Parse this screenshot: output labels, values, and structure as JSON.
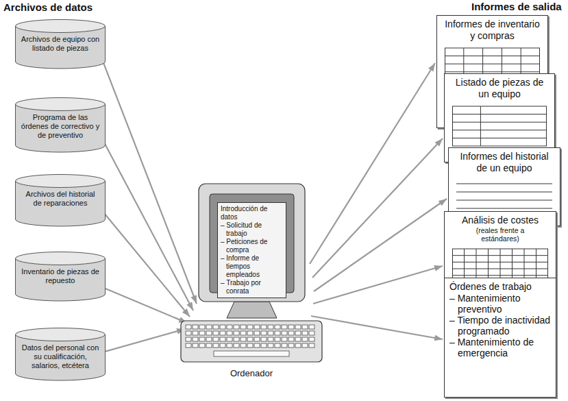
{
  "diagram": {
    "nodes": [
      {
        "text": [
          "Archivos de equipo con listado de piezas"
        ]
      },
      {
        "text": [
          "Programa de las órdenes de correctivo y de preventivo"
        ]
      },
      {
        "text": [
          "Archivos del historial de reparaciones"
        ]
      },
      {
        "text": [
          "Inventario de piezas de repuesto"
        ]
      },
      {
        "text": [
          "Datos del personal con su cualificación, salarios, etcétera"
        ]
      },
      {
        "text": [
          "Ordenador"
        ]
      },
      {
        "text": [
          "Introducción de datos",
          "– Solicitud de trabajo",
          "– Peticiones de compra",
          "– Informe de tiempos empleados",
          "– Trabajo por conrata"
        ],
        "in": 5
      },
      {
        "text": [
          "Informes de inventario y compras"
        ]
      },
      {
        "text": [
          "Listado de piezas de un equipo"
        ]
      },
      {
        "text": [
          "Informes del historial de un equipo"
        ]
      },
      {
        "text": [
          "Análisis de costes",
          "(reales frente a estándares)"
        ]
      },
      {
        "text": [
          "Órdenes de trabajo",
          "– Mantenimiento preventivo",
          "– Tiempo de inactividad programado",
          "– Mantenimiento de emergencia"
        ]
      }
    ],
    "edges": [
      {
        "from": 0,
        "to": 5,
        "arrow": "to"
      },
      {
        "from": 1,
        "to": 5,
        "arrow": "to"
      },
      {
        "from": 2,
        "to": 5,
        "arrow": "to"
      },
      {
        "from": 3,
        "to": 5,
        "arrow": "to"
      },
      {
        "from": 4,
        "to": 5,
        "arrow": "to"
      },
      {
        "from": 5,
        "to": 7,
        "arrow": "to"
      },
      {
        "from": 5,
        "to": 8,
        "arrow": "to"
      },
      {
        "from": 5,
        "to": 9,
        "arrow": "to"
      },
      {
        "from": 5,
        "to": 10,
        "arrow": "to"
      },
      {
        "from": 5,
        "to": 11,
        "arrow": "to"
      }
    ],
    "labels": [
      "Archivos de datos",
      "Informes de salida"
    ]
  }
}
